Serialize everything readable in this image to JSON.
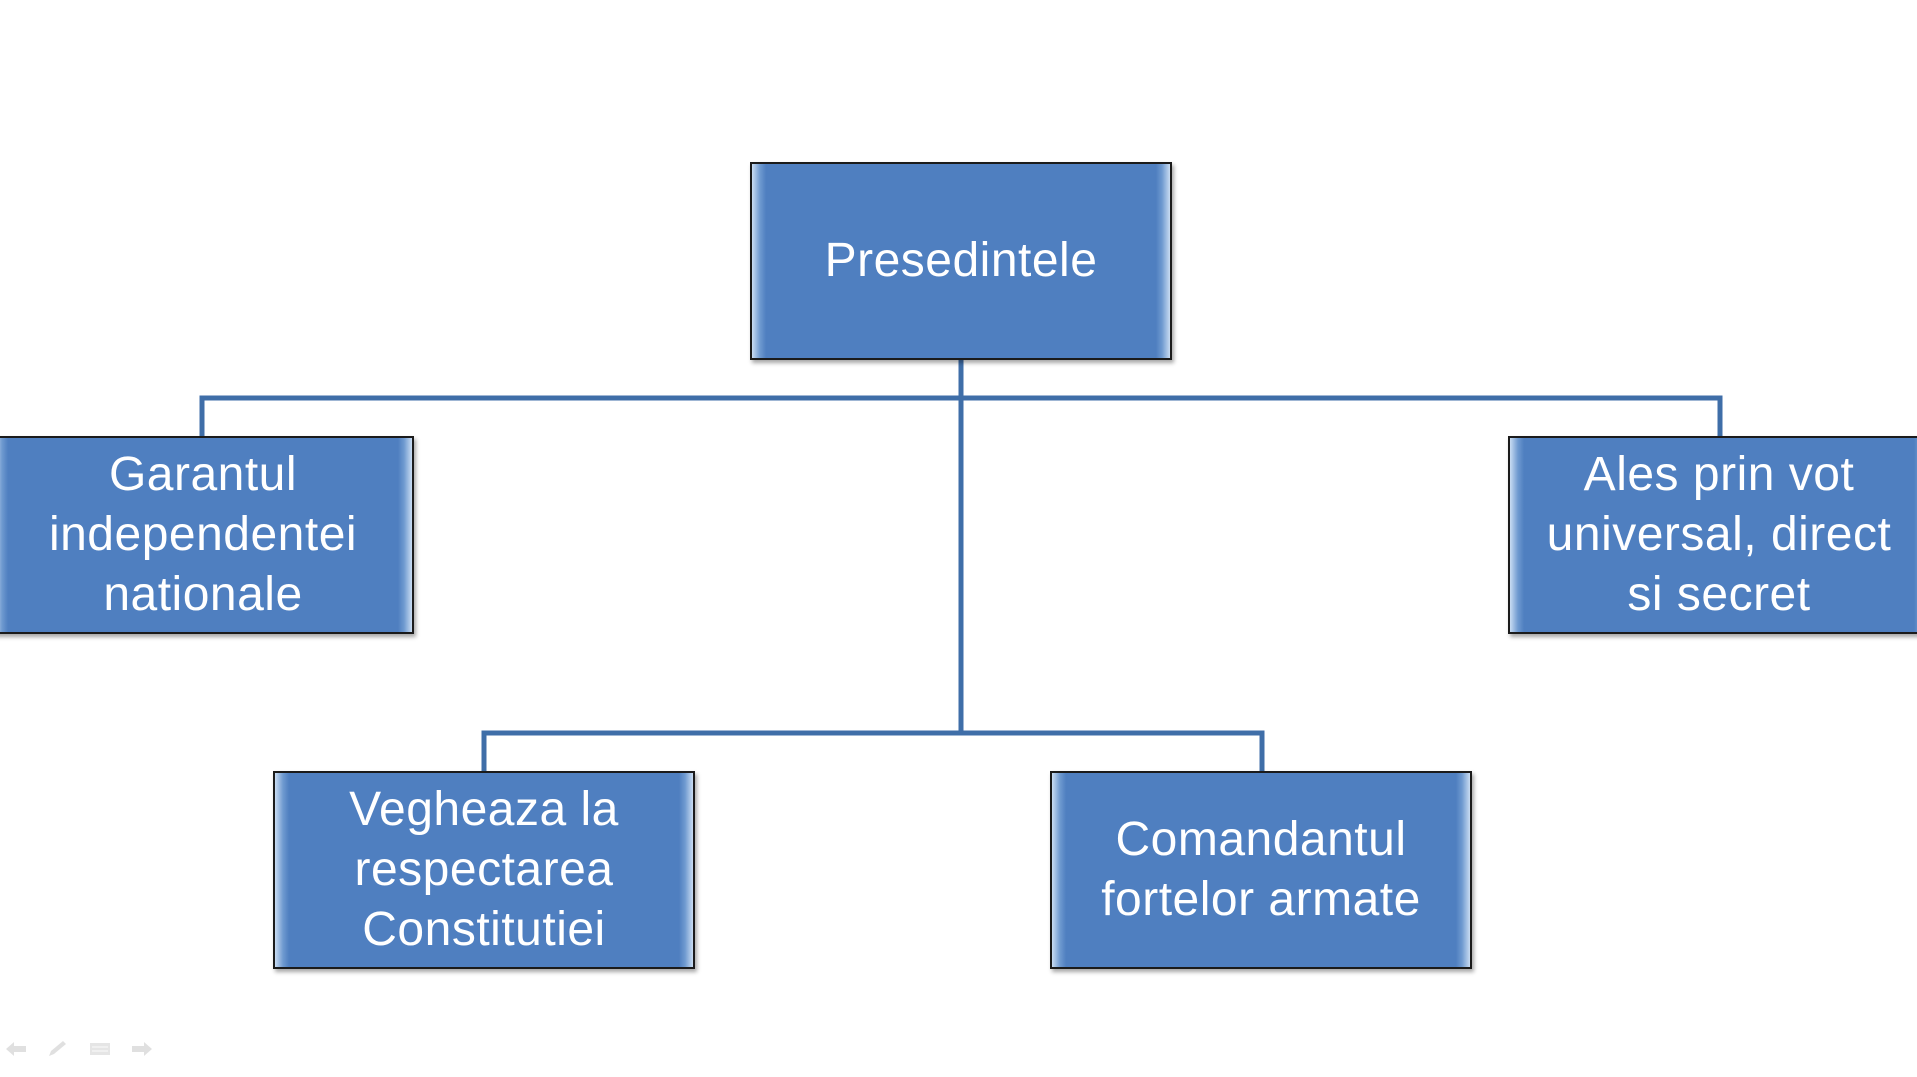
{
  "diagram": {
    "root": {
      "label": "Presedintele"
    },
    "children": [
      {
        "id": "left",
        "label": "Garantul\nindependentei\nnationale"
      },
      {
        "id": "right",
        "label": "Ales prin vot\nuniversal, direct\nsi secret"
      },
      {
        "id": "bottom-left",
        "label": "Vegheaza la\nrespectarea\nConstitutiei"
      },
      {
        "id": "bottom-right",
        "label": "Comandantul\nfortelor armate"
      }
    ],
    "colors": {
      "box_fill": "#4f7fc0",
      "box_border": "#1b1b1b",
      "connector": "#3f6ea8",
      "text": "#ffffff"
    }
  },
  "slide_controls": {
    "icons": [
      "arrow-left-icon",
      "pen-icon",
      "menu-icon",
      "arrow-right-icon"
    ]
  }
}
